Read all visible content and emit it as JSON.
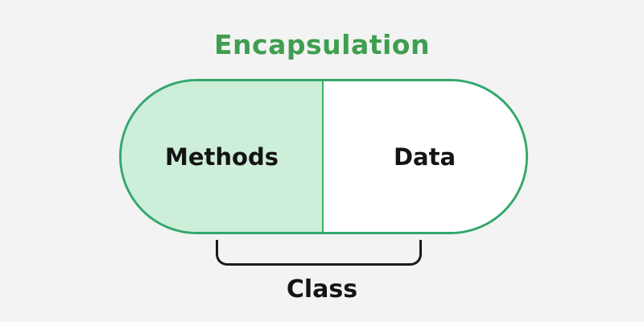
{
  "title": {
    "text": "Encapsulation",
    "color": "#3f9e4f"
  },
  "capsule": {
    "left_label": "Methods",
    "right_label": "Data",
    "border_color": "#34a76d",
    "left_fill_color": "#cdeed8",
    "right_fill_color": "#ffffff",
    "divider_color": "#3fae63"
  },
  "bracket": {
    "label": "Class",
    "color": "#1a1a1a"
  },
  "background_color": "#f2f3f2"
}
